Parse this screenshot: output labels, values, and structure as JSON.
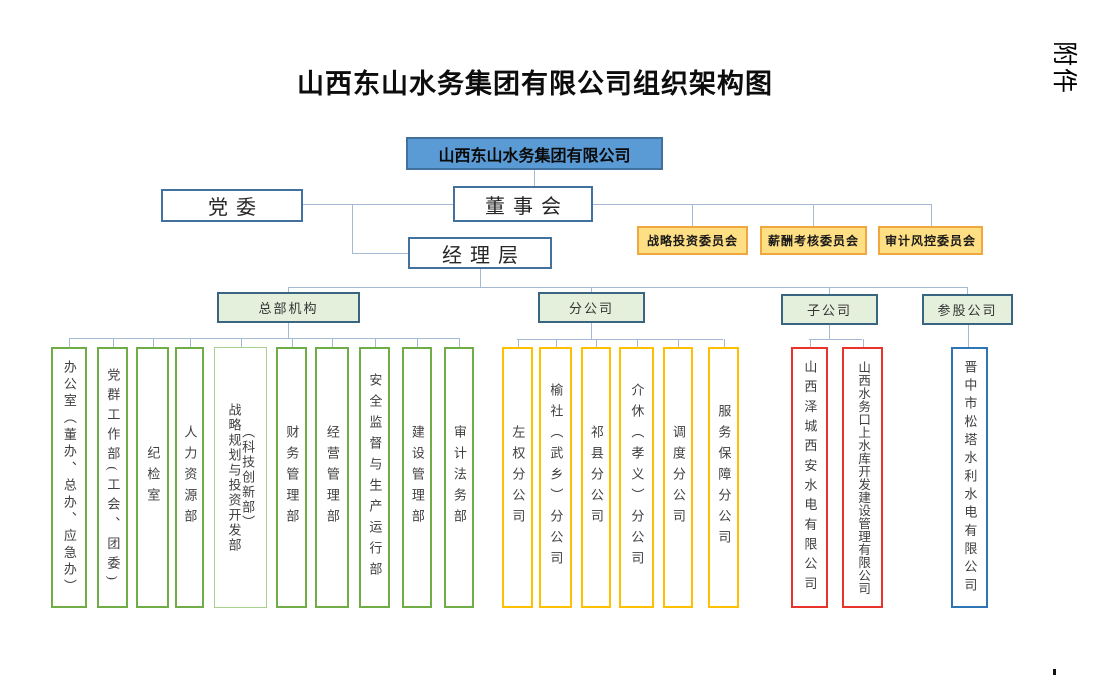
{
  "page": {
    "attachment_label": "附件",
    "title": "山西东山水务集团有限公司组织架构图"
  },
  "root": {
    "label": "山西东山水务集团有限公司"
  },
  "governance": {
    "party_committee": "党委",
    "board": "董事会",
    "management": "经理层"
  },
  "committees": [
    {
      "label": "战略投资委员会"
    },
    {
      "label": "薪酬考核委员会"
    },
    {
      "label": "审计风控委员会"
    }
  ],
  "groups": [
    {
      "id": "hq",
      "label": "总部机构",
      "children": [
        {
          "label": "办公室（董办、总办、应急办）"
        },
        {
          "label": "党群工作部(工会、团委)"
        },
        {
          "label": "纪检室"
        },
        {
          "label": "人力资源部"
        },
        {
          "label": "战略规划与投资开发部（科技创新部）"
        },
        {
          "label": "财务管理部"
        },
        {
          "label": "经营管理部"
        },
        {
          "label": "安全监督与生产运行部"
        },
        {
          "label": "建设管理部"
        },
        {
          "label": "审计法务部"
        }
      ]
    },
    {
      "id": "branches",
      "label": "分公司",
      "children": [
        {
          "label": "左权分公司"
        },
        {
          "label": "榆社（武乡）分公司"
        },
        {
          "label": "祁县分公司"
        },
        {
          "label": "介休（孝义）分公司"
        },
        {
          "label": "调度分公司"
        },
        {
          "label": "服务保障分公司"
        }
      ]
    },
    {
      "id": "subsidiaries",
      "label": "子公司",
      "children": [
        {
          "label": "山西泽城西安水电有限公司"
        },
        {
          "label": "山西水务口上水库开发建设管理有限公司"
        }
      ]
    },
    {
      "id": "affiliates",
      "label": "参股公司",
      "children": [
        {
          "label": "晋中市松塔水利水电有限公司"
        }
      ]
    }
  ],
  "colors": {
    "root_fill": "#5B9BD5",
    "root_border": "#41719C",
    "governance_border": "#41719C",
    "committee_fill": "#FFDF83",
    "committee_border": "#F0A73F",
    "group_header_fill": "#E4EFDC",
    "group_header_border": "#3A6580",
    "hq_child_border": "#70AD47",
    "hq_child_border_light": "#A9D18E",
    "branch_child_border": "#FFC000",
    "subsidiary_child_border": "#E8342B",
    "affiliate_child_border": "#2E75B6",
    "connector_line": "#A3B9D4"
  }
}
